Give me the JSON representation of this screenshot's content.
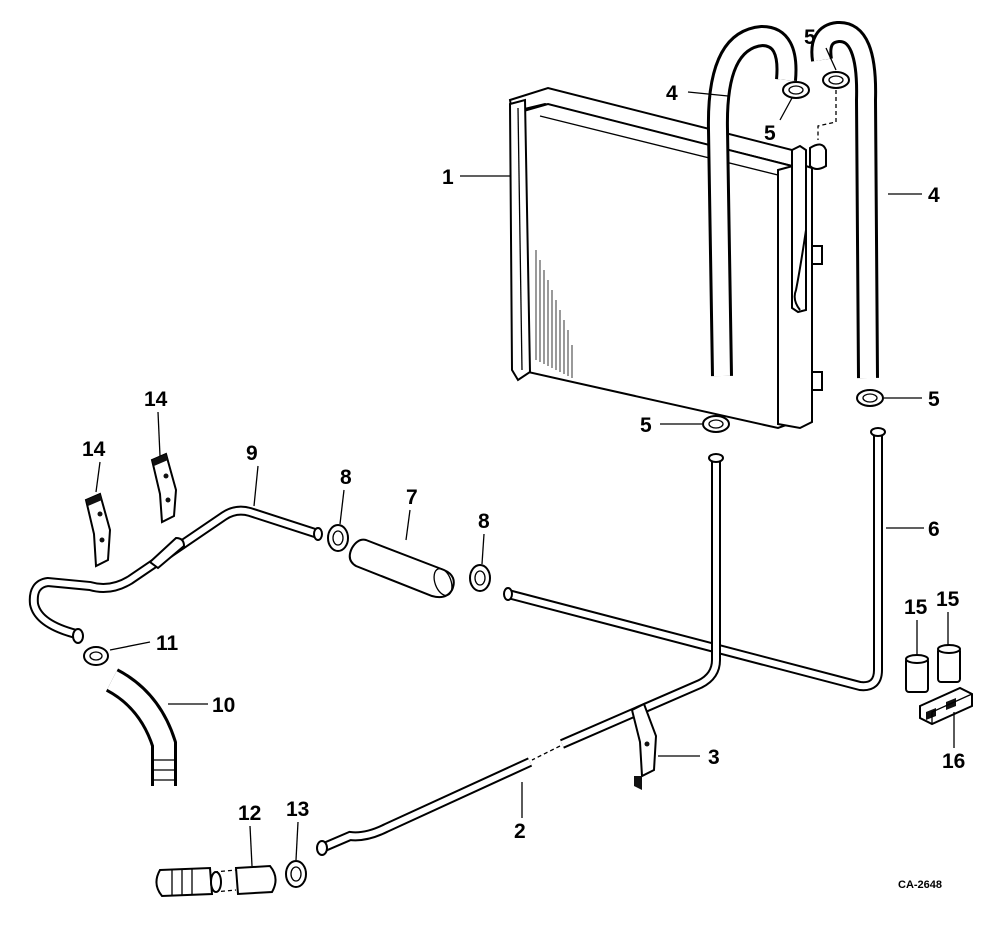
{
  "figure_code": "CA-2648",
  "labels": {
    "l1": "1",
    "l2": "2",
    "l3": "3",
    "l4a": "4",
    "l4b": "4",
    "l5a": "5",
    "l5b": "5",
    "l5c": "5",
    "l5d": "5",
    "l6": "6",
    "l7": "7",
    "l8a": "8",
    "l8b": "8",
    "l9": "9",
    "l10": "10",
    "l11": "11",
    "l12": "12",
    "l13": "13",
    "l14a": "14",
    "l14b": "14",
    "l15a": "15",
    "l15b": "15",
    "l16": "16"
  }
}
